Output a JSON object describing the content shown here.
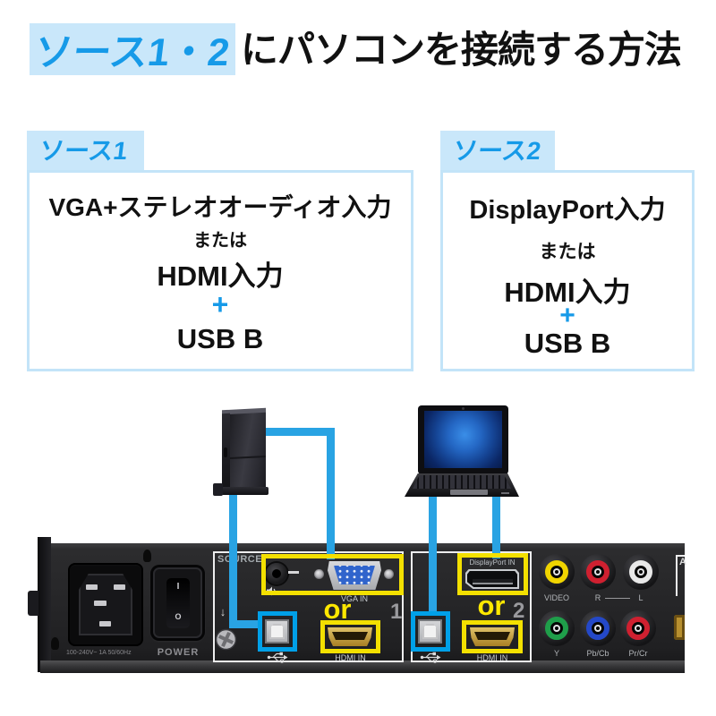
{
  "title": {
    "highlight": "ソース1・2",
    "rest": "にパソコンを接続する方法"
  },
  "sources": [
    {
      "tab": "ソース1",
      "option_a": "VGA+ステレオオーディオ入力",
      "or_word": "または",
      "option_b": "HDMI入力",
      "plus": "+",
      "extra": "USB B"
    },
    {
      "tab": "ソース2",
      "option_a": "DisplayPort入力",
      "or_word": "または",
      "option_b": "HDMI入力",
      "plus": "+",
      "extra": "USB B"
    }
  ],
  "panel": {
    "source_label": "SOURCE",
    "power_label": "POWER",
    "power_rating": "100-240V~ 1A 50/60Hz",
    "switch_on": "I",
    "switch_off": "O",
    "ground_arrow": "↓",
    "group1": {
      "or_label": "or",
      "number": "1",
      "vga_label": "VGA IN",
      "hdmi_label": "HDMI IN"
    },
    "group2": {
      "or_label": "or",
      "number": "2",
      "dp_label": "DisplayPort IN",
      "hdmi_label": "HDMI IN"
    },
    "rca": {
      "video": "VIDEO",
      "right": "R",
      "left": "L",
      "y": "Y",
      "pb": "Pb/Cb",
      "pr": "Pr/Cr"
    },
    "audio_section_partial": "A"
  },
  "colors": {
    "accent_blue": "#169ae8",
    "highlight_bg": "#c9e7fa",
    "cable_blue": "#29a3e3",
    "marker_yellow": "#f3e000",
    "marker_blue": "#00a0e8",
    "or_yellow": "#ffe800"
  },
  "icons": {
    "usb": "usb-trident-icon",
    "speaker": "speaker-icon",
    "ground": "ground-screw-icon"
  }
}
